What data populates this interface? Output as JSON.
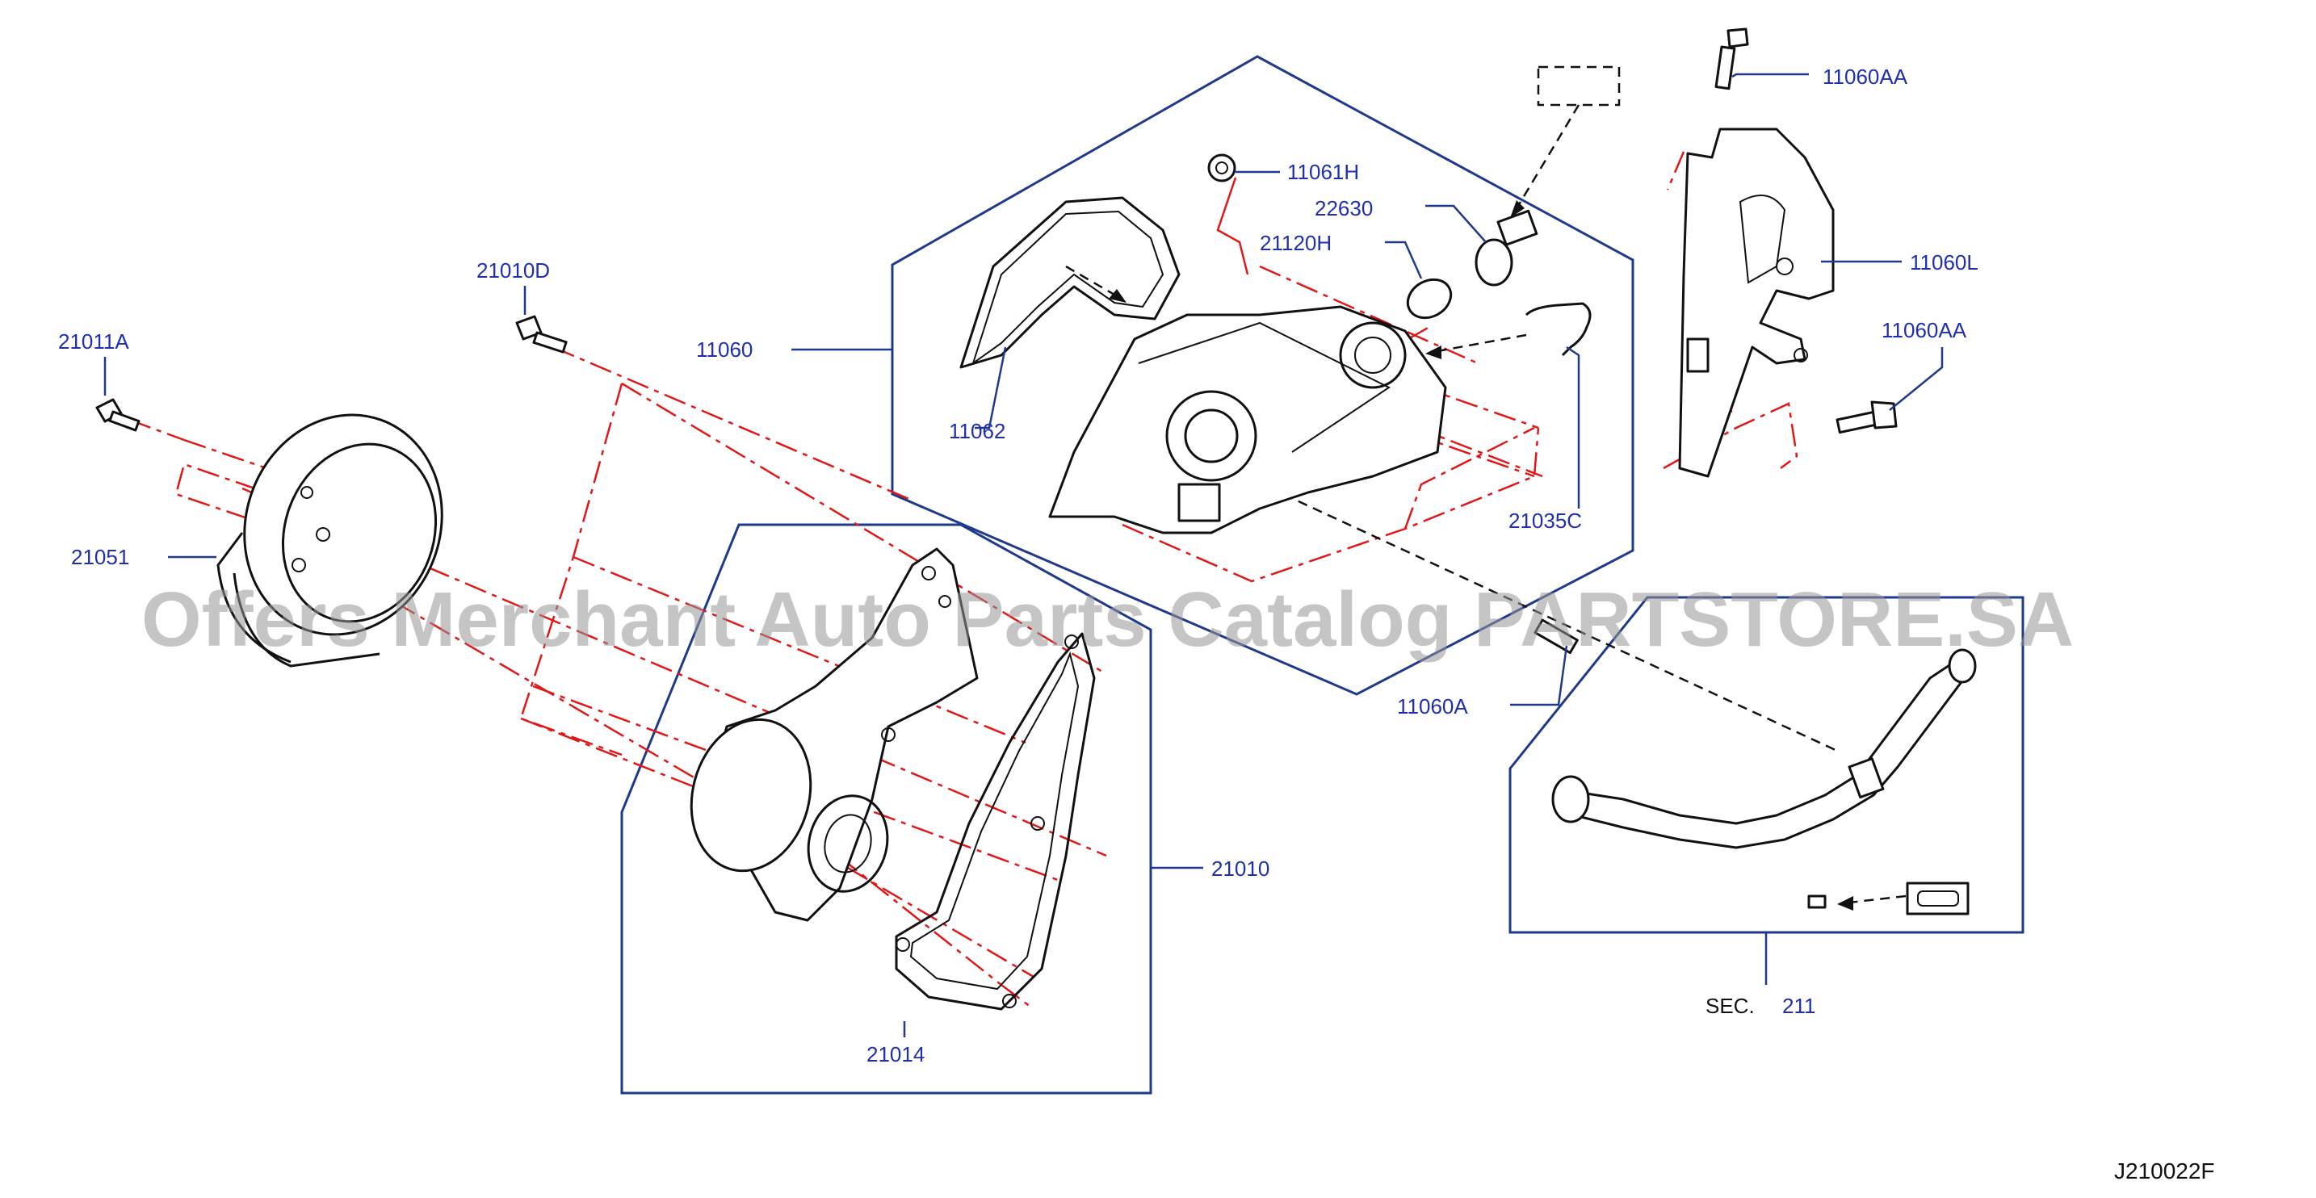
{
  "labels": {
    "p21011A": "21011A",
    "p21010D": "21010D",
    "p21051": "21051",
    "p11060": "11060",
    "p11062": "11062",
    "p11061H": "11061H",
    "p22630": "22630",
    "p21120H": "21120H",
    "p21035C": "21035C",
    "p11060AA_top": "11060AA",
    "p11060L": "11060L",
    "p11060AA_mid": "11060AA",
    "p11060A": "11060A",
    "p21010": "21010",
    "p21014": "21014",
    "sec_prefix": "SEC.",
    "sec_number": "211"
  },
  "diagram_code": "J210022F",
  "watermark": "Offers Merchant Auto Parts Catalog PARTSTORE.SA",
  "colors": {
    "label_blue": "#1f2fb0",
    "frame_blue": "#1f3a8a",
    "guide_red": "#e01818",
    "outline_black": "#111111"
  }
}
